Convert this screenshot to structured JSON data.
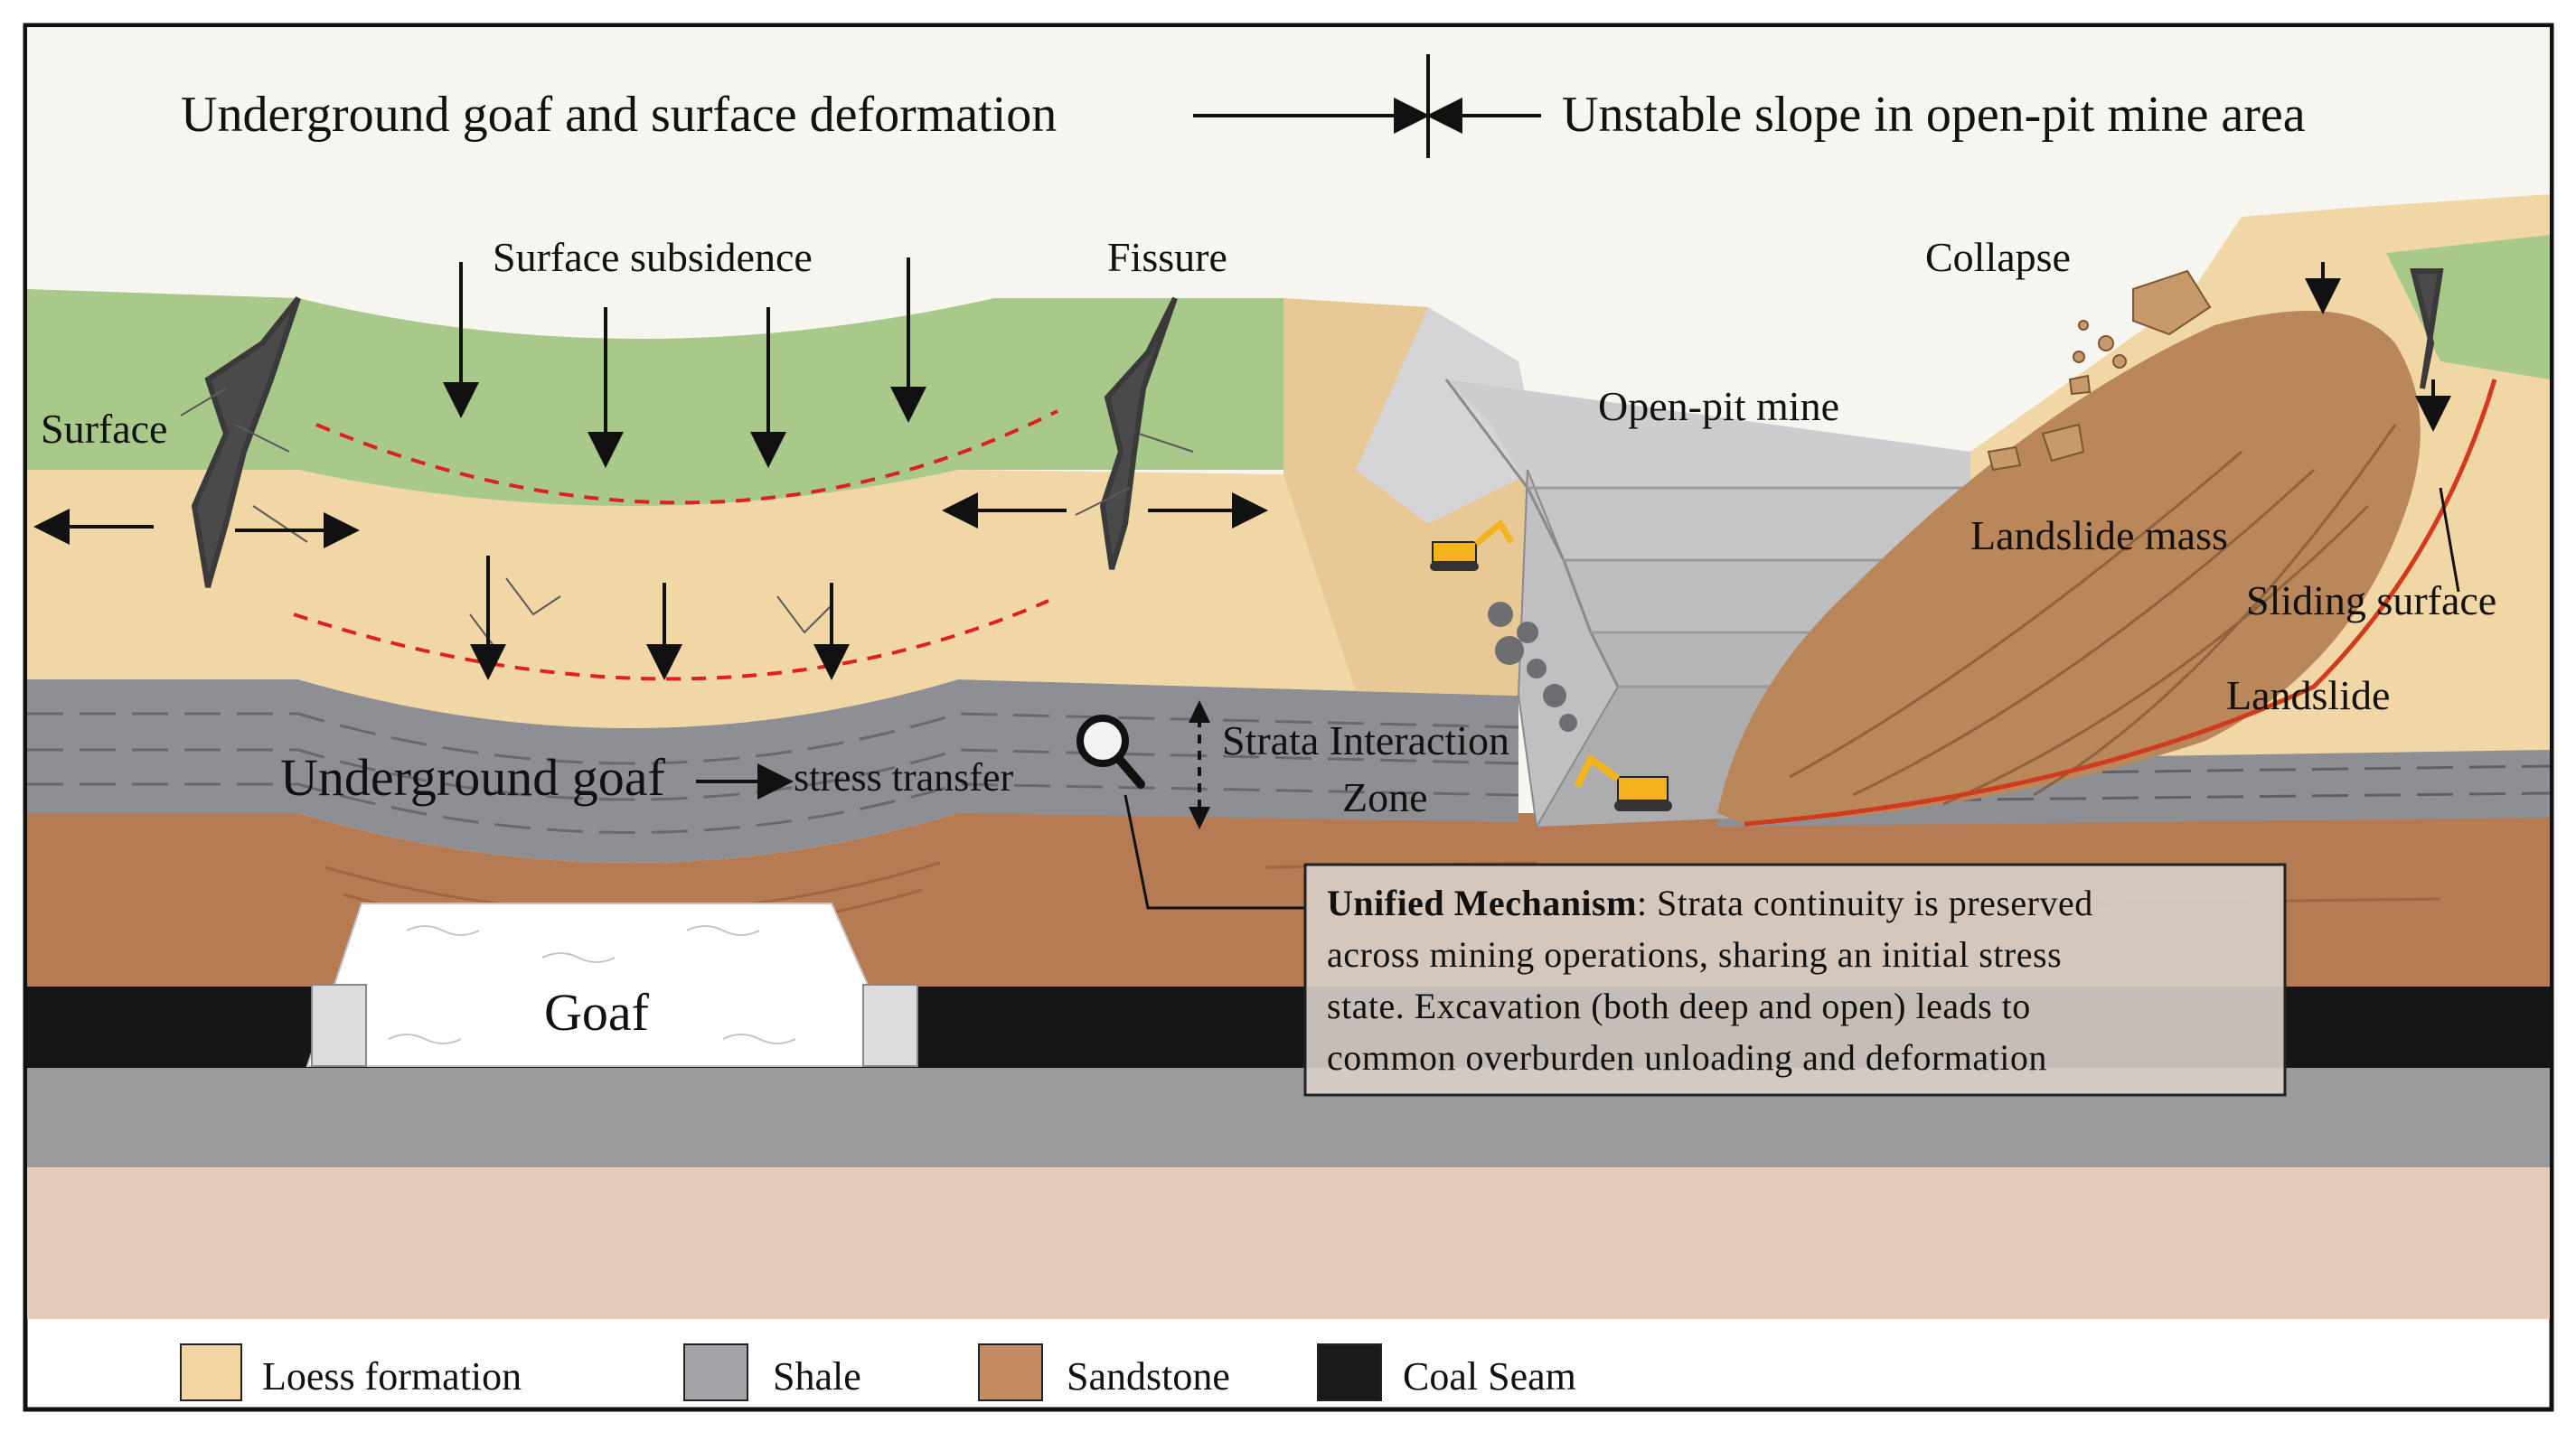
{
  "header": {
    "left_title": "Underground goaf and surface deformation",
    "right_title": "Unstable slope in open-pit mine area"
  },
  "labels": {
    "surface": "Surface",
    "surface_subsidence": "Surface subsidence",
    "fissure": "Fissure",
    "open_pit_mine": "Open-pit mine",
    "collapse": "Collapse",
    "landslide_mass": "Landslide mass",
    "sliding_surface": "Sliding surface",
    "landslide": "Landslide",
    "underground_goaf": "Underground goaf",
    "stress_transfer": "stress transfer",
    "strata_interaction_line1": "Strata Interaction",
    "strata_interaction_line2": "Zone",
    "goaf": "Goaf"
  },
  "mechanism_box": {
    "title": "Unified Mechanism",
    "line1_rest": ": Strata continuity is preserved",
    "line2": "across mining operations, sharing an initial stress",
    "line3": "state. Excavation (both deep and open) leads to",
    "line4": "common overburden unloading and deformation"
  },
  "legend": {
    "items": [
      {
        "label": "Loess formation",
        "color": "#f3d6a4"
      },
      {
        "label": "Shale",
        "color": "#a3a3a8"
      },
      {
        "label": "Sandstone",
        "color": "#c48a62"
      },
      {
        "label": "Coal Seam",
        "color": "#1a1a1a"
      }
    ]
  },
  "colors": {
    "loess": "#f1d6a6",
    "grass": "#a9c98a",
    "shale": "#8e8f94",
    "sandstone": "#b77b53",
    "coal": "#161616",
    "deep_shale": "#9a9a9d",
    "bottom_sand": "#e6cbb8",
    "landslide": "#b9875a",
    "sliding_surface": "#d23a1e",
    "dashed_arc": "#e02020",
    "pit_grey": "#c9c9cb"
  },
  "icons": {
    "magnifier": "magnifier-icon",
    "excavator": "excavator-icon"
  }
}
